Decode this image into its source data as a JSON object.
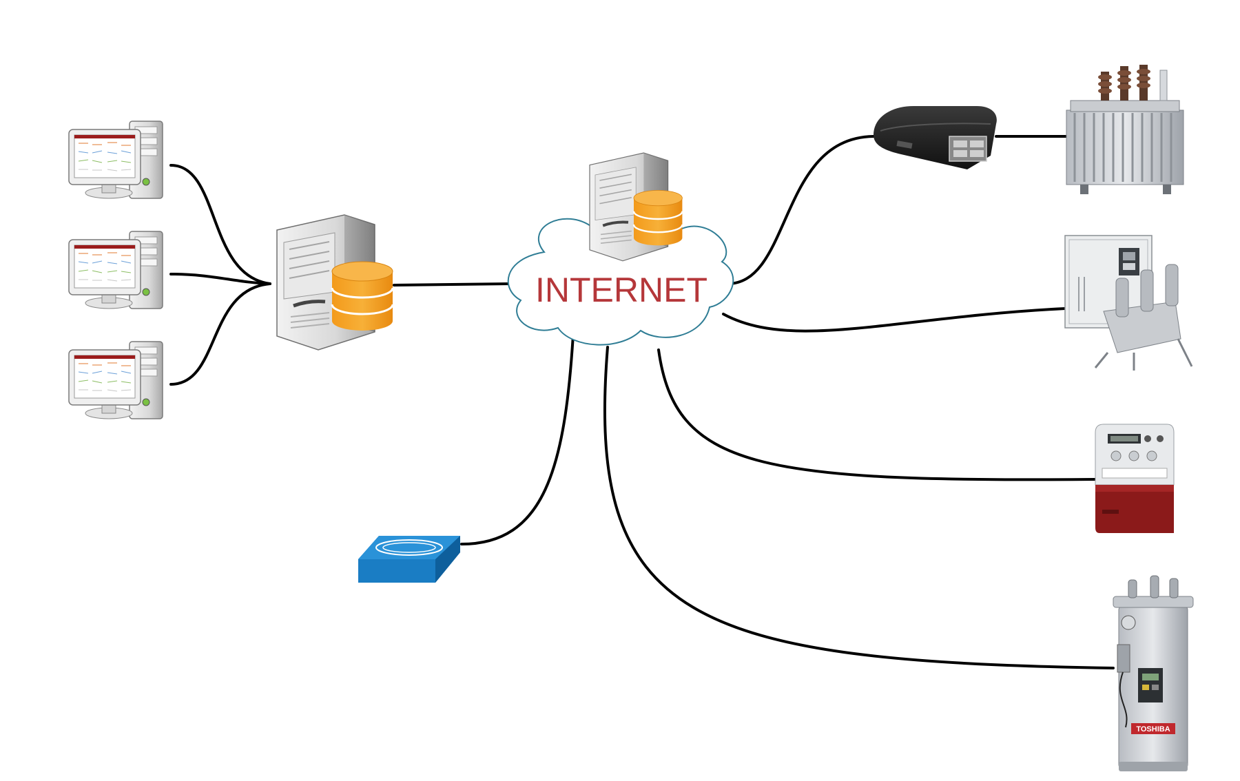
{
  "diagram": {
    "cloud_label": "INTERNET",
    "brand_label": "TOSHIBA",
    "colors": {
      "line": "#000000",
      "cloud_stroke": "#2f7d95",
      "cloud_text": "#b5373a",
      "database_orange": "#f5a623",
      "switch_blue": "#1a7dc4",
      "meter_red": "#8b1a1a"
    },
    "nodes": [
      {
        "id": "client-1",
        "icon": "desktop-computer-icon"
      },
      {
        "id": "client-2",
        "icon": "desktop-computer-icon"
      },
      {
        "id": "client-3",
        "icon": "desktop-computer-icon"
      },
      {
        "id": "local-server",
        "icon": "database-server-icon"
      },
      {
        "id": "cloud-server",
        "icon": "database-server-icon"
      },
      {
        "id": "internet",
        "icon": "cloud-icon"
      },
      {
        "id": "network-switch",
        "icon": "switch-icon"
      },
      {
        "id": "gateway-box",
        "icon": "gateway-device-icon"
      },
      {
        "id": "power-transformer",
        "icon": "power-transformer-icon"
      },
      {
        "id": "recloser-cabinet",
        "icon": "recloser-icon"
      },
      {
        "id": "energy-meter",
        "icon": "energy-meter-icon"
      },
      {
        "id": "pole-transformer",
        "icon": "pole-transformer-icon"
      }
    ],
    "edges": [
      [
        "client-1",
        "local-server"
      ],
      [
        "client-2",
        "local-server"
      ],
      [
        "client-3",
        "local-server"
      ],
      [
        "local-server",
        "internet"
      ],
      [
        "internet",
        "gateway-box"
      ],
      [
        "gateway-box",
        "power-transformer"
      ],
      [
        "internet",
        "recloser-cabinet"
      ],
      [
        "internet",
        "energy-meter"
      ],
      [
        "internet",
        "pole-transformer"
      ],
      [
        "internet",
        "network-switch"
      ]
    ]
  }
}
